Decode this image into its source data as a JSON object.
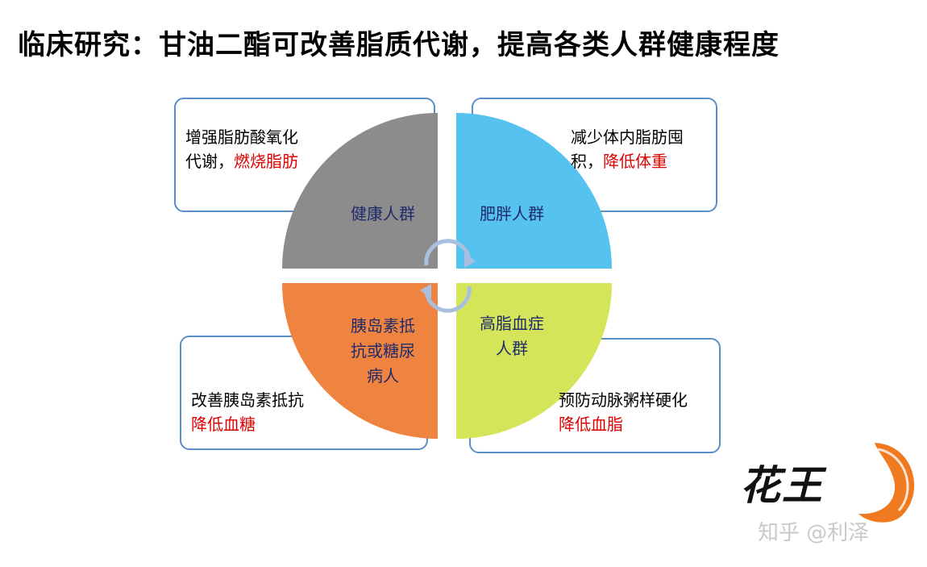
{
  "title": "临床研究：甘油二酯可改善脂质代谢，提高各类人群健康程度",
  "quadrants": {
    "top_left": {
      "label": "健康人群",
      "color": "#8c8c8c"
    },
    "top_right": {
      "label": "肥胖人群",
      "color": "#55c2ef"
    },
    "bottom_left": {
      "label_lines": [
        "胰岛素抵",
        "抗或糖尿",
        "病人"
      ],
      "color": "#ef8440"
    },
    "bottom_right": {
      "label_lines": [
        "高脂血症",
        "人群"
      ],
      "color": "#d5e55a"
    }
  },
  "boxes": {
    "top_left": {
      "line1": "增强脂肪酸氧化",
      "line2_prefix": "代谢，",
      "line2_highlight": "燃烧脂肪"
    },
    "top_right": {
      "line1": "减少体内脂肪囤",
      "line2_prefix": "积，",
      "line2_highlight": "降低体重"
    },
    "bottom_left": {
      "line1": "改善胰岛素抵抗",
      "line2_highlight": "降低血糖"
    },
    "bottom_right": {
      "line1": "预防动脉粥样硬化",
      "line2_highlight": "降低血脂"
    }
  },
  "colors": {
    "box_border": "#5b8fc7",
    "highlight": "#e00000",
    "arrow": "#a9bfe0"
  },
  "logo": {
    "text": "花王",
    "icon": "crescent-moon-face-icon",
    "color": "#f07a1f"
  },
  "watermark": "知乎 @利泽"
}
